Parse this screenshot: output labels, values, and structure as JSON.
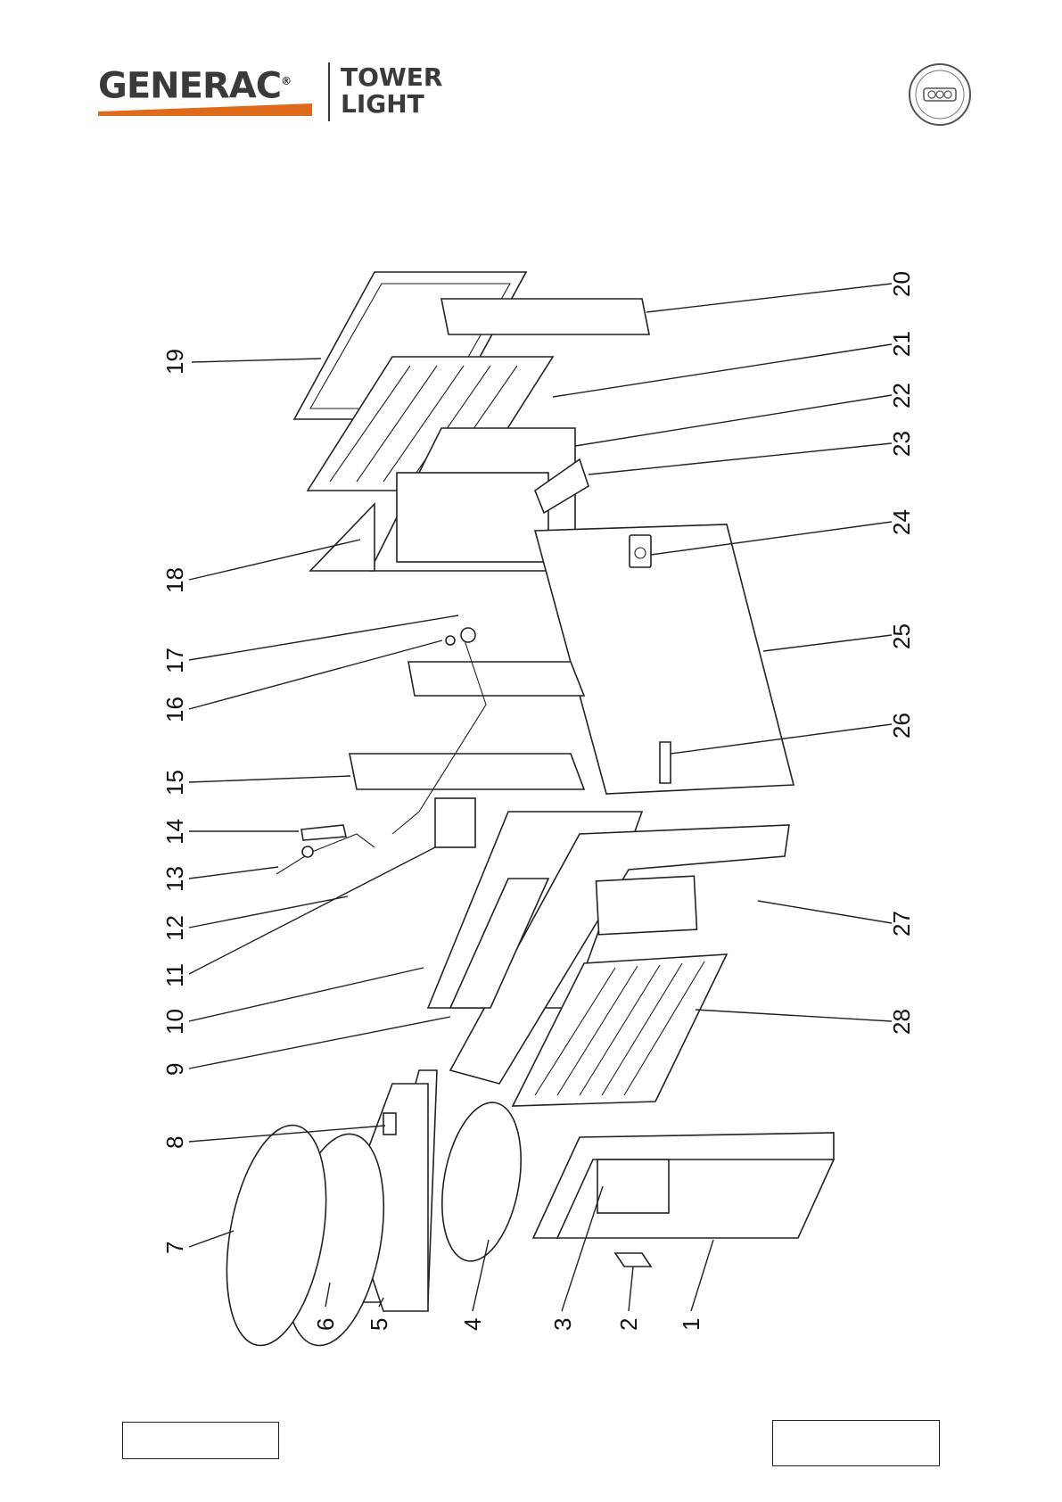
{
  "header": {
    "brand": "GENERAC",
    "brand_mark": "®",
    "product_line1": "TOWER",
    "product_line2": "LIGHT",
    "brand_color": "#3a3a3a",
    "accent_color": "#e06a1b"
  },
  "diagram": {
    "callouts": [
      "1",
      "2",
      "3",
      "4",
      "5",
      "6",
      "7",
      "8",
      "9",
      "10",
      "11",
      "12",
      "13",
      "14",
      "15",
      "16",
      "17",
      "18",
      "19",
      "20",
      "21",
      "22",
      "23",
      "24",
      "25",
      "26",
      "27",
      "28"
    ]
  },
  "footer": {
    "left_box_text": "",
    "right_box_text": ""
  }
}
